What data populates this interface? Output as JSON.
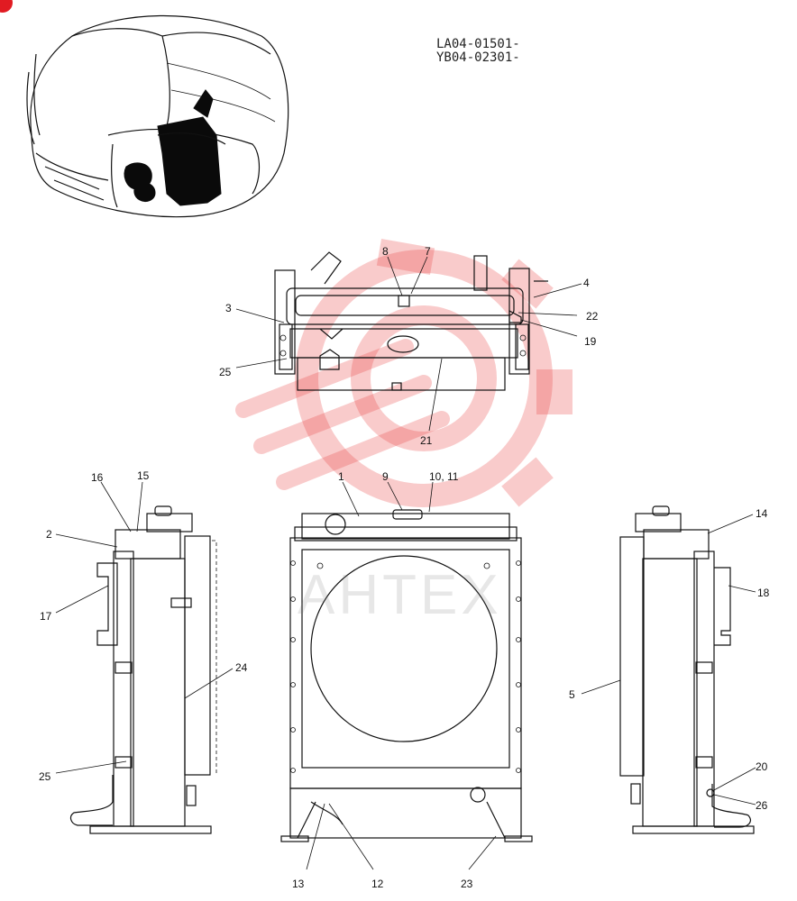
{
  "serial_numbers": [
    "LA04-01501-",
    "YB04-02301-"
  ],
  "watermark": "AHTEX",
  "callouts": [
    {
      "id": "c8",
      "label": "8"
    },
    {
      "id": "c7",
      "label": "7"
    },
    {
      "id": "c4",
      "label": "4"
    },
    {
      "id": "c3",
      "label": "3"
    },
    {
      "id": "c22",
      "label": "22"
    },
    {
      "id": "c19",
      "label": "19"
    },
    {
      "id": "c25a",
      "label": "25"
    },
    {
      "id": "c21",
      "label": "21"
    },
    {
      "id": "c16",
      "label": "16"
    },
    {
      "id": "c15",
      "label": "15"
    },
    {
      "id": "c1",
      "label": "1"
    },
    {
      "id": "c9",
      "label": "9"
    },
    {
      "id": "c1011",
      "label": "10, 11"
    },
    {
      "id": "c14",
      "label": "14"
    },
    {
      "id": "c2",
      "label": "2"
    },
    {
      "id": "c17",
      "label": "17"
    },
    {
      "id": "c18",
      "label": "18"
    },
    {
      "id": "c24",
      "label": "24"
    },
    {
      "id": "c5",
      "label": "5"
    },
    {
      "id": "c25b",
      "label": "25"
    },
    {
      "id": "c20",
      "label": "20"
    },
    {
      "id": "c26",
      "label": "26"
    },
    {
      "id": "c13",
      "label": "13"
    },
    {
      "id": "c12",
      "label": "12"
    },
    {
      "id": "c23",
      "label": "23"
    }
  ],
  "colors": {
    "watermark_red": "#e84646",
    "badge_red": "#e11b22"
  }
}
